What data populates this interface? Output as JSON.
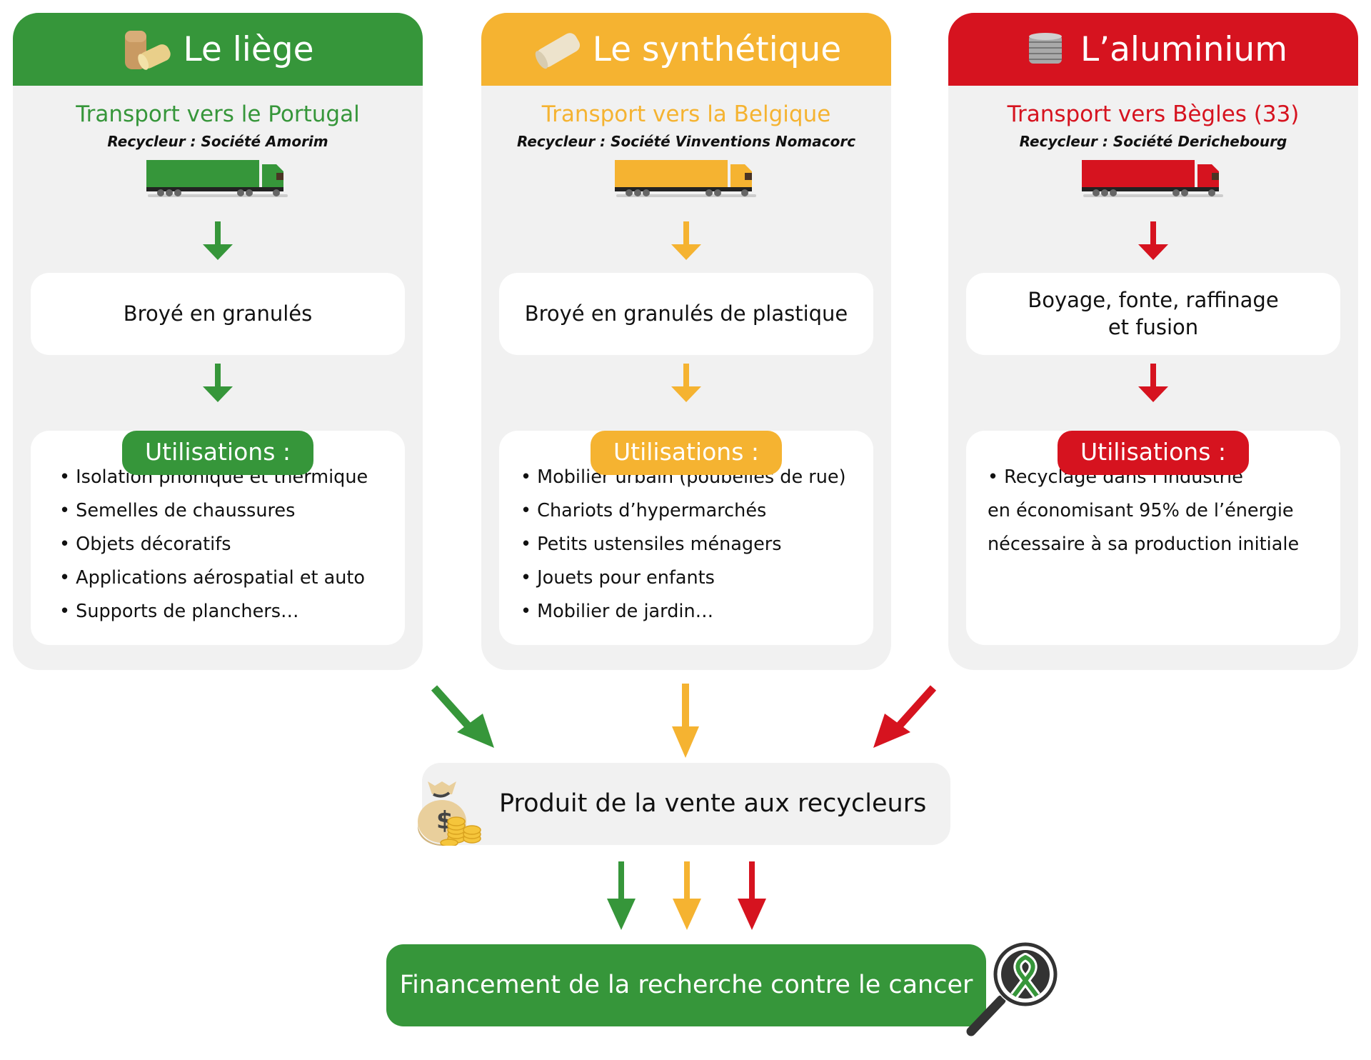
{
  "colors": {
    "green": "#36963a",
    "yellow": "#f5b331",
    "red": "#d6131f",
    "panel": "#f1f1f1"
  },
  "columns": [
    {
      "icon": "cork-stopper-icon",
      "title": "Le liège",
      "destination": "Transport vers le Portugal",
      "recycler": "Recycleur : Société Amorim",
      "process": "Broyé en granulés",
      "uses_label": "Utilisations :",
      "uses": [
        "• Isolation phonique et thermique",
        "• Semelles de chaussures",
        "• Objets décoratifs",
        "• Applications aérospatial et auto",
        "• Supports de planchers…"
      ]
    },
    {
      "icon": "synthetic-cork-icon",
      "title": "Le synthétique",
      "destination": "Transport vers la Belgique",
      "recycler": "Recycleur : Société Vinventions Nomacorc",
      "process": "Broyé en granulés de plastique",
      "uses_label": "Utilisations :",
      "uses": [
        "• Mobilier urbain (poubelles de rue)",
        "• Chariots d’hypermarchés",
        "• Petits ustensiles ménagers",
        "• Jouets pour enfants",
        "• Mobilier de jardin…"
      ]
    },
    {
      "icon": "aluminium-cap-icon",
      "title": "L’aluminium",
      "destination": "Transport vers Bègles (33)",
      "recycler": "Recycleur : Société Derichebourg",
      "process_lines": [
        "Boyage, fonte, raffinage",
        "et fusion"
      ],
      "uses_label": "Utilisations :",
      "uses": [
        "• Recyclage dans l’industrie",
        "en économisant 95% de l’énergie",
        "nécessaire à sa production initiale"
      ]
    }
  ],
  "produit": {
    "icon": "money-bag-icon",
    "label": "Produit de la vente aux recycleurs"
  },
  "final": {
    "icon": "magnifier-ribbon-icon",
    "label": "Financement de la recherche contre le cancer"
  }
}
